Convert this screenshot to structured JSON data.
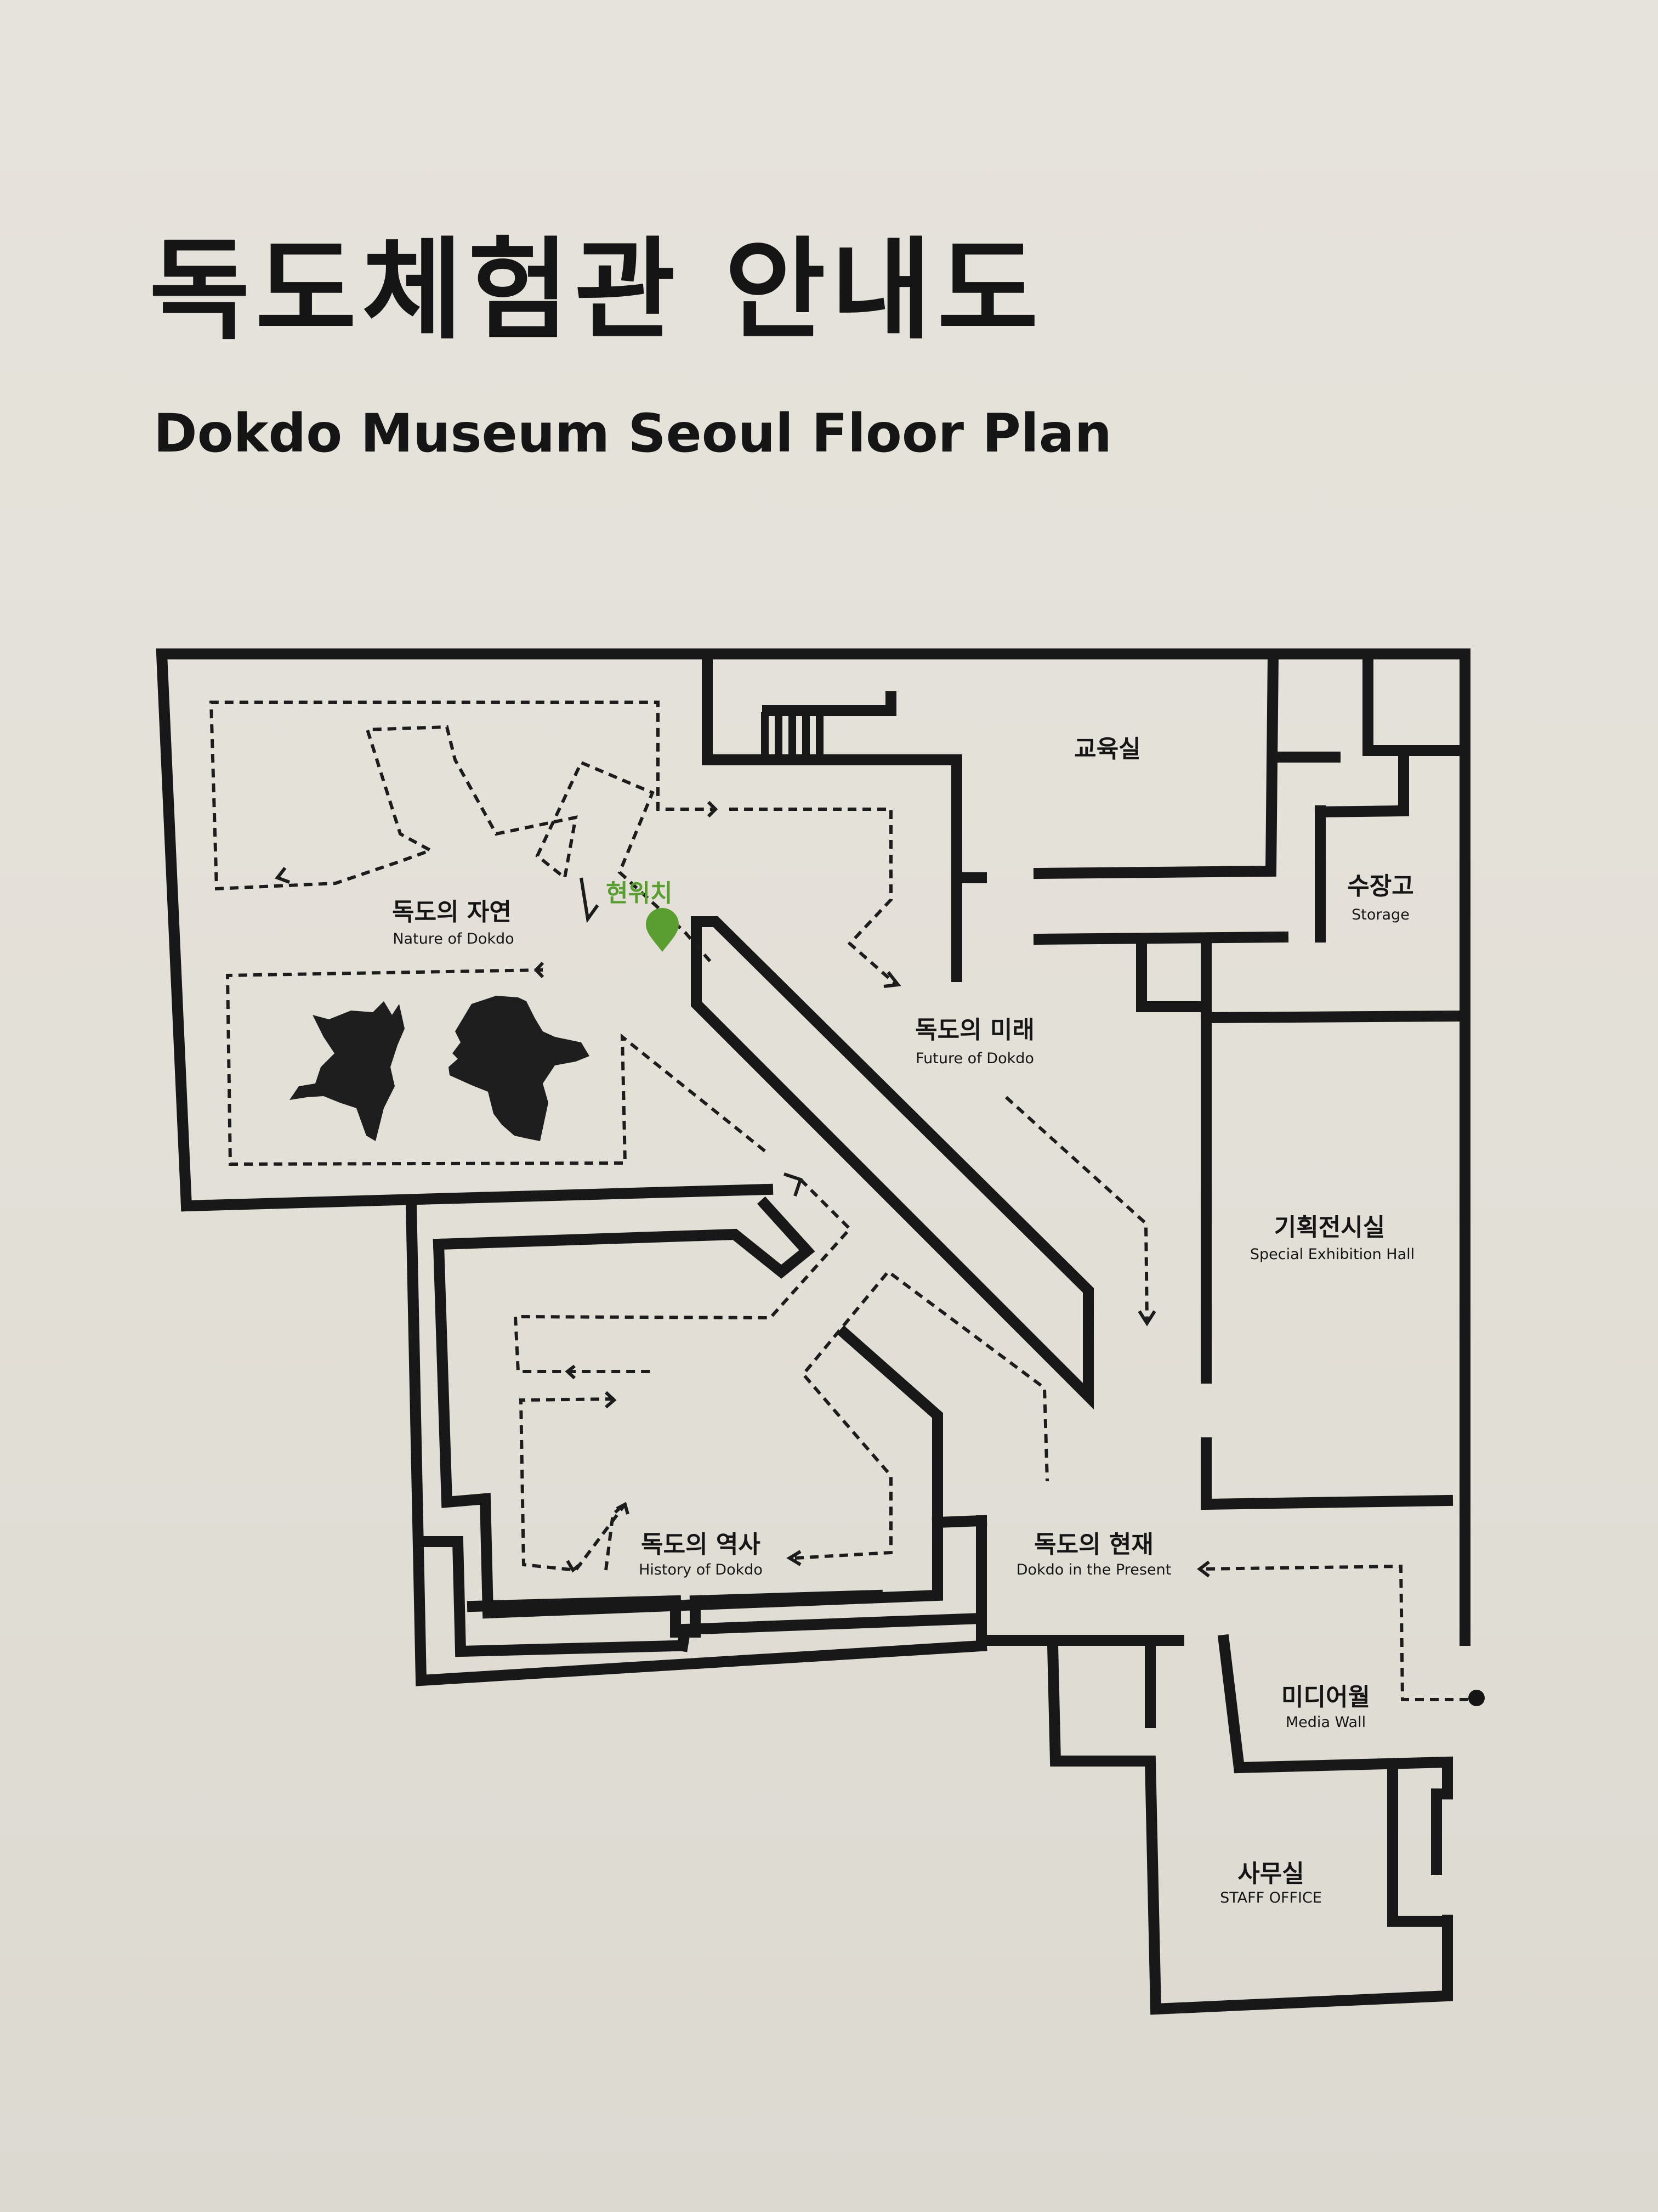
{
  "title": {
    "korean": "독도체험관 안내도",
    "english": "Dokdo Museum Seoul Floor Plan"
  },
  "you_are_here": {
    "label": "현위치",
    "color": "#5a9e32",
    "icon": "location-pin-icon"
  },
  "rooms": {
    "nature": {
      "ko": "독도의 자연",
      "en": "Nature of Dokdo"
    },
    "future": {
      "ko": "독도의 미래",
      "en": "Future of Dokdo"
    },
    "history": {
      "ko": "독도의 역사",
      "en": "History of Dokdo"
    },
    "present": {
      "ko": "독도의 현재",
      "en": "Dokdo in the Present"
    },
    "education": {
      "ko": "교육실"
    },
    "storage": {
      "ko": "수장고",
      "en": "Storage"
    },
    "special_exhibition": {
      "ko": "기획전시실",
      "en": "Special Exhibition Hall"
    },
    "media_wall": {
      "ko": "미디어월",
      "en": "Media Wall"
    },
    "office": {
      "ko": "사무실",
      "en": "STAFF OFFICE"
    }
  },
  "colors": {
    "wall": "#181818",
    "background": "#e3e0d8"
  }
}
